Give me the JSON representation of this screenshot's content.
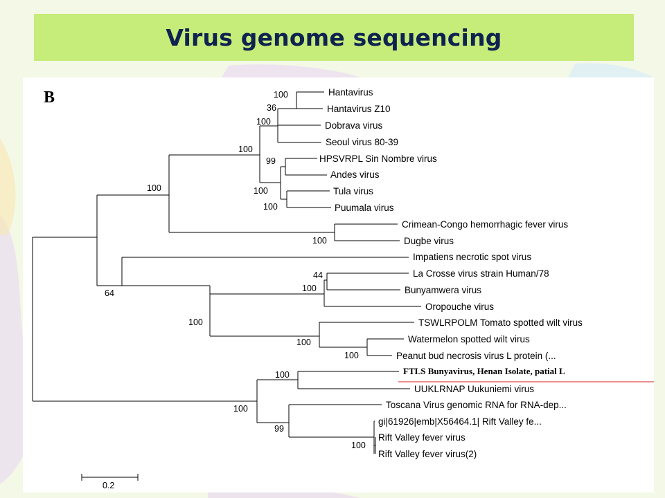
{
  "slide": {
    "title": "Virus genome sequencing",
    "panel_label": "B"
  },
  "colors": {
    "title_band": "#c6ec7a",
    "title_text": "#0f2350",
    "highlight_line": "#d81c1c",
    "background": "#f4f8e6"
  },
  "tree": {
    "taxa": [
      "Hantavirus",
      "Hantavirus Z10",
      "Dobrava virus",
      "Seoul virus 80-39",
      "HPSVRPL Sin Nombre virus",
      "Andes virus",
      "Tula virus",
      "Puumala virus",
      "Crimean-Congo hemorrhagic fever virus",
      "Dugbe virus",
      "Impatiens necrotic spot virus",
      "La Crosse virus strain Human/78",
      "Bunyamwera virus",
      "Oropouche virus",
      "TSWLRPOLM Tomato spotted wilt virus",
      "Watermelon spotted wilt virus",
      "Peanut bud necrosis virus L protein (...",
      "FTLS Bunyavirus, Henan Isolate, patial L",
      "UUKLRNAP Uukuniemi virus",
      "Toscana Virus genomic RNA for RNA-dep...",
      "gi|61926|emb|X56464.1| Rift Valley fe...",
      "Rift Valley fever virus",
      "Rift Valley fever virus(2)"
    ],
    "highlighted_taxon": "FTLS Bunyavirus, Henan Isolate, patial L",
    "bootstrap": [
      "100",
      "36",
      "100",
      "100",
      "99",
      "100",
      "100",
      "100",
      "100",
      "64",
      "44",
      "100",
      "100",
      "100",
      "100",
      "100",
      "100",
      "99",
      "100"
    ],
    "scale_bar": "0.2"
  }
}
